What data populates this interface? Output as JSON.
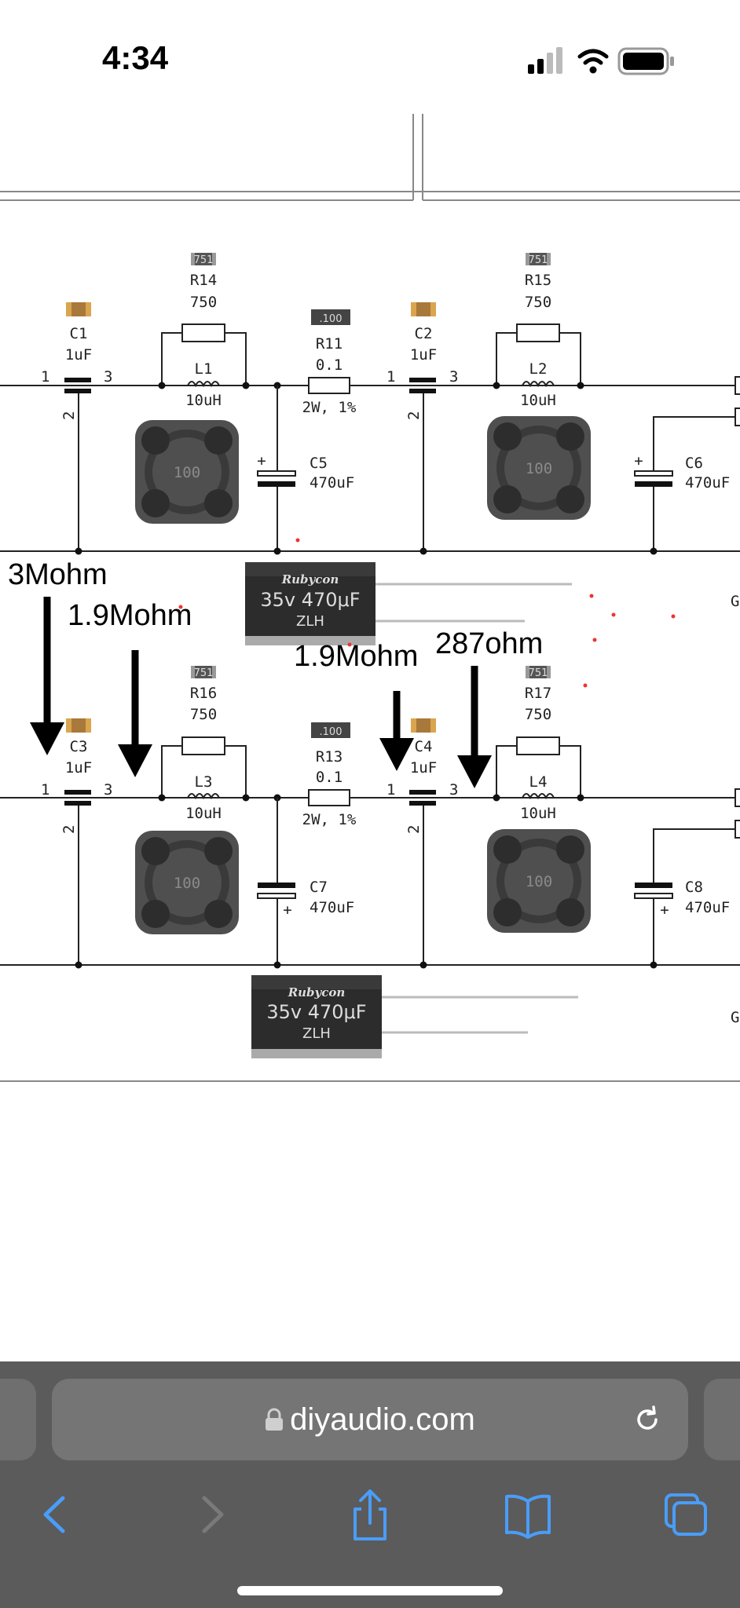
{
  "status": {
    "time": "4:34",
    "icons": [
      "cellular-signal-icon",
      "wifi-icon",
      "battery-icon"
    ]
  },
  "schematic": {
    "top": {
      "r14": {
        "ref": "R14",
        "val": "750",
        "chip": "751"
      },
      "c1": {
        "ref": "C1",
        "val": "1uF"
      },
      "l1": {
        "ref": "L1",
        "val": "10uH"
      },
      "r11": {
        "ref": "R11",
        "val": "0.1",
        "rating": "2W, 1%",
        "chip": ".100"
      },
      "c5": {
        "ref": "C5",
        "val": "470uF"
      },
      "r15": {
        "ref": "R15",
        "val": "750",
        "chip": "751"
      },
      "c2": {
        "ref": "C2",
        "val": "1uF"
      },
      "l2": {
        "ref": "L2",
        "val": "10uH"
      },
      "c6": {
        "ref": "C6",
        "val": "470uF"
      }
    },
    "bottom": {
      "r16": {
        "ref": "R16",
        "val": "750",
        "chip": "751"
      },
      "c3": {
        "ref": "C3",
        "val": "1uF"
      },
      "l3": {
        "ref": "L3",
        "val": "10uH"
      },
      "r13": {
        "ref": "R13",
        "val": "0.1",
        "rating": "2W, 1%",
        "chip": ".100"
      },
      "c7": {
        "ref": "C7",
        "val": "470uF"
      },
      "r17": {
        "ref": "R17",
        "val": "750",
        "chip": "751"
      },
      "c4": {
        "ref": "C4",
        "val": "1uF"
      },
      "l4": {
        "ref": "L4",
        "val": "10uH"
      },
      "c8": {
        "ref": "C8",
        "val": "470uF"
      }
    },
    "pins": {
      "p1": "1",
      "p2": "2",
      "p3": "3"
    },
    "inductor_label": "100",
    "cap_brand": "Rubycon",
    "cap_spec": "35v 470μF",
    "cap_series": "ZLH",
    "edge_g": "G"
  },
  "annotations": {
    "a1": "3Mohm",
    "a2": "1.9Mohm",
    "a3": "1.9Mohm",
    "a4": "287ohm"
  },
  "browser": {
    "url": "diyaudio.com"
  },
  "colors": {
    "toolbar": "#5b5b5b",
    "accent": "#4a9df8"
  }
}
